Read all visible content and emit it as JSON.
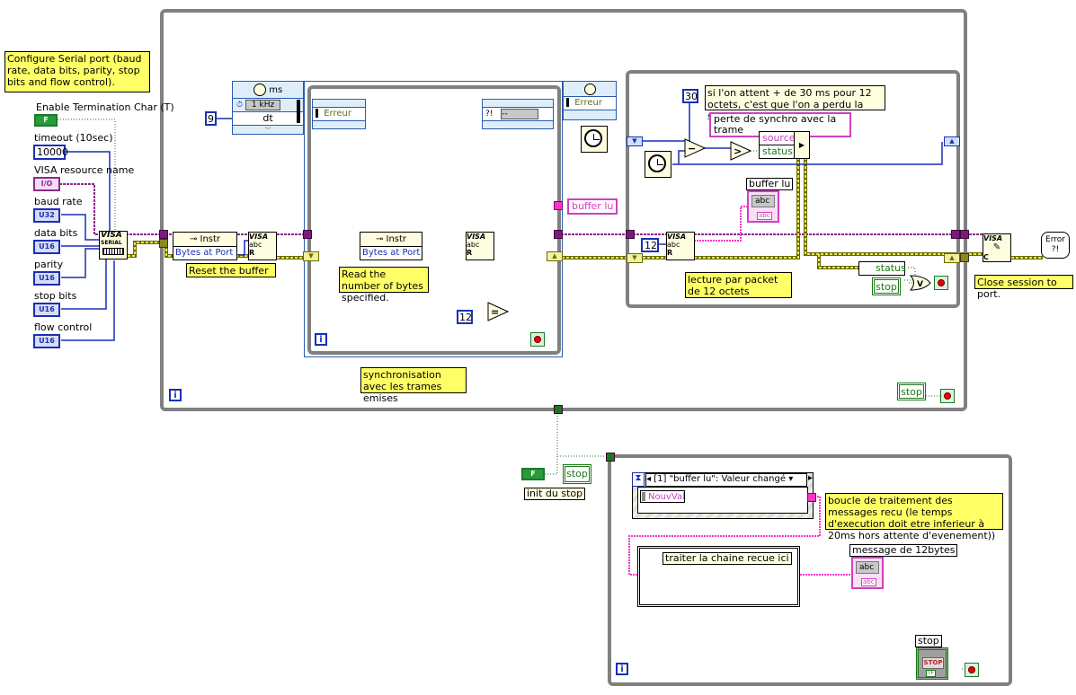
{
  "comments": {
    "configure_serial": "Configure Serial port (baud rate, data bits, parity, stop bits and flow control).",
    "reset_buffer": "Reset the buffer",
    "read_bytes": "Read the number of bytes specified.",
    "synchronisation": "synchronisation avec les trames emises",
    "synchro_timeout": "si l'on attent + de 30 ms pour 12 octets, c'est que l'on a perdu la sycrhro.",
    "lecture_packet": "lecture par packet de 12 octets",
    "close_session": "Close session to port.",
    "boucle_traitement": "boucle de traitement des messages recu (le temps d'execution doit etre inferieur à 20ms hors attente d'evenement))",
    "traiter_chaine": "traiter la chaine recue ici"
  },
  "controls": {
    "enable_term": {
      "label": "Enable Termination Char (T)",
      "value": "F"
    },
    "timeout": {
      "label": "timeout (10sec)",
      "value": "10000"
    },
    "visa_resource": {
      "label": "VISA resource name",
      "type": "I/O"
    },
    "baud_rate": {
      "label": "baud rate",
      "type": "U32"
    },
    "data_bits": {
      "label": "data bits",
      "type": "U16"
    },
    "parity": {
      "label": "parity",
      "type": "U16"
    },
    "stop_bits": {
      "label": "stop bits",
      "type": "U16"
    },
    "flow_control": {
      "label": "flow control",
      "type": "U16"
    }
  },
  "nodes": {
    "visa_serial": {
      "title": "VISA",
      "sub": "SERIAL"
    },
    "property_node_1": {
      "class": "Instr",
      "property": "Bytes at Port"
    },
    "property_node_2": {
      "class": "Instr",
      "property": "Bytes at Port"
    },
    "visa_read_label": "VISA",
    "visa_read_abc": "abc",
    "visa_read_r": "R",
    "visa_close": {
      "title": "VISA",
      "sub": "C"
    },
    "error_handler": "Error ?!"
  },
  "timing": {
    "wait_timer": {
      "unit": "ms",
      "source": "1 kHz",
      "dt_label": "dt",
      "dt_value": "9"
    },
    "error_sequence_left": "Erreur",
    "error_sequence_right": "Erreur",
    "error_indicator": "--"
  },
  "constants": {
    "bytes_count_1": "12",
    "bytes_count_2": "12",
    "timeout_ms": "30",
    "init_stop": "F"
  },
  "indicators": {
    "buffer_lu_local": "buffer lu",
    "buffer_lu_label": "buffer lu",
    "buffer_lu_value": "abc",
    "perte_synchro": "perte de synchro avec la trame",
    "error_bundle": [
      "source",
      "status"
    ],
    "unbundle_status": "status",
    "stop_local_1": "stop",
    "stop_local_2": "stop",
    "stop_local_3": "stop",
    "init_du_stop": "init du stop",
    "message_label": "message de 12bytes",
    "message_value": "abc",
    "stop_button_label": "stop",
    "stop_button_text": "STOP",
    "stop_button_tf": "TF"
  },
  "event_structure": {
    "case": "[1] \"buffer lu\": Valeur changé",
    "node": "NouvVal"
  },
  "loop_iteration": "i",
  "colors": {
    "frame": "#808080",
    "error_wire": "#c8c800",
    "visa_wire": "#7a1a7a",
    "string_wire": "#ff33cc",
    "numeric_wire": "#1a2fb5",
    "boolean_wire": "#1a7a1a",
    "comment_bg": "#ffff66"
  }
}
